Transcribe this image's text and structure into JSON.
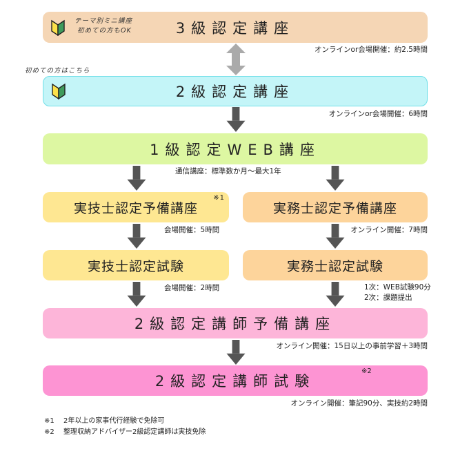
{
  "level3": {
    "title": "3級認定講座",
    "badge_line1": "テーマ別ミニ講座",
    "badge_line2": "初めての方もOK",
    "note": "オンラインor会場開催：約2.5時間"
  },
  "beginner_note": "初めての方はこちら",
  "level2": {
    "title": "2級認定講座",
    "note": "オンラインor会場開催：6時間"
  },
  "level1": {
    "title": "1級認定WEB講座",
    "note": "通信講座：標準数か月〜最大1年"
  },
  "practical_prep": {
    "title": "実技士認定予備講座",
    "mark": "※1",
    "note": "会場開催：5時間"
  },
  "office_prep": {
    "title": "実務士認定予備講座",
    "note": "オンライン開催：7時間"
  },
  "practical_exam": {
    "title": "実技士認定試験",
    "note": "会場開催：2時間"
  },
  "office_exam": {
    "title": "実務士認定試験",
    "note1": "1次：WEB試験90分",
    "note2": "2次：課題提出"
  },
  "instructor_prep": {
    "title": "2級認定講師予備講座",
    "note": "オンライン開催：15日以上の事前学習＋3時間"
  },
  "instructor_exam": {
    "title": "2級認定講師試験",
    "mark": "※2",
    "note": "オンライン開催：筆記90分、実技約2時間"
  },
  "footnotes": [
    {
      "mark": "※1",
      "text": "2年以上の家事代行経験で免除可"
    },
    {
      "mark": "※2",
      "text": "整理収納アドバイザー2級認定講師は実技免除"
    }
  ],
  "colors": {
    "level3": "#f5d6b5",
    "level2": "#c4f5f8",
    "level1": "#ddf7a2",
    "yellow": "#fee792",
    "orange": "#fdd49b",
    "pink1": "#fdb5d9",
    "pink2": "#fd94d3",
    "arrow": "#555555"
  }
}
